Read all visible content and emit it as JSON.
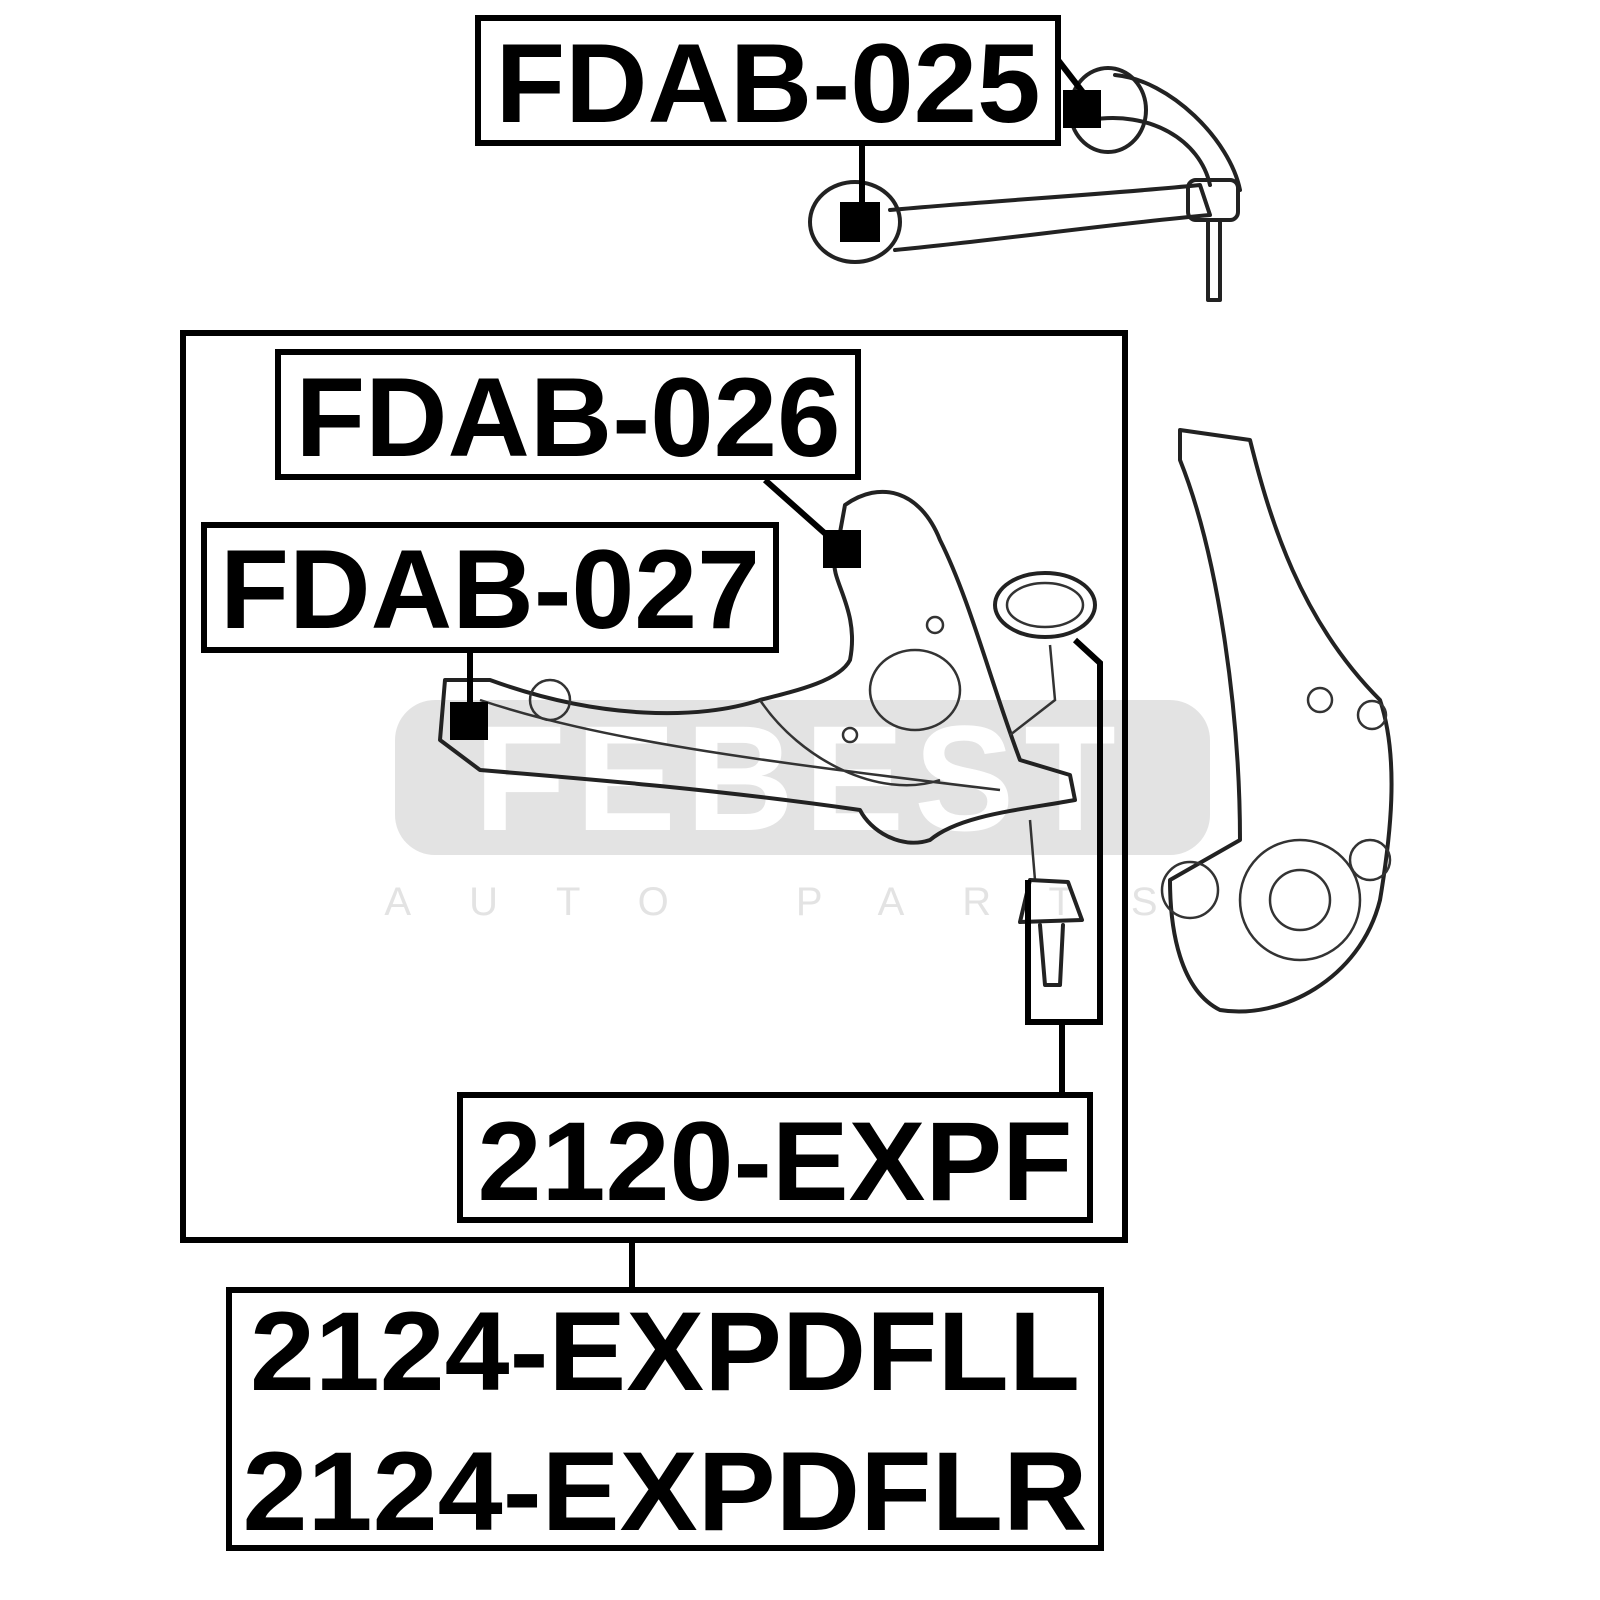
{
  "labels": {
    "upper_arm_bushing": "FDAB-025",
    "lower_arm_front_bushing": "FDAB-026",
    "lower_arm_rear_bushing": "FDAB-027",
    "ball_joint": "2120-EXPF",
    "lower_arm_left": "2124-EXPDFLL",
    "lower_arm_right": "2124-EXPDFLR"
  },
  "watermark": {
    "brand": "FEBEST",
    "tagline": "AUTO PARTS"
  },
  "colors": {
    "ink": "#000000",
    "watermark": "#e3e3e3"
  }
}
